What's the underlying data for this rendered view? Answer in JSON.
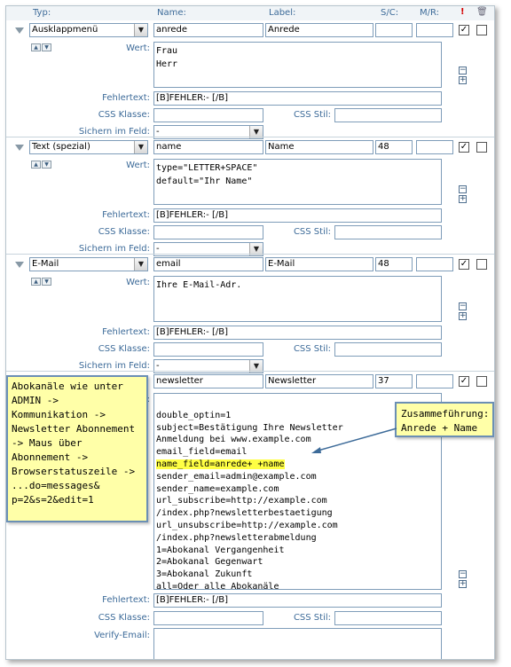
{
  "header": {
    "typ": "Typ:",
    "name": "Name:",
    "label": "Label:",
    "sc": "S/C:",
    "mr": "M/R:",
    "required_icon": "exclamation-icon",
    "delete_icon": "trash-icon"
  },
  "labels": {
    "wert": "Wert:",
    "fehlertext": "Fehlertext:",
    "css_klasse": "CSS Klasse:",
    "css_stil": "CSS Stil:",
    "sichern": "Sichern im Feld:",
    "verify_email": "Verify-Email:"
  },
  "fields": [
    {
      "type": "Ausklappmenü",
      "name": "anrede",
      "label": "Anrede",
      "sc": "",
      "mr": "",
      "required": true,
      "deleted": false,
      "wert": "Frau\nHerr",
      "fehlertext": "[B]FEHLER:- [/B]",
      "css_klasse": "",
      "css_stil": "",
      "sichern": "-"
    },
    {
      "type": "Text (spezial)",
      "name": "name",
      "label": "Name",
      "sc": "48",
      "mr": "",
      "required": true,
      "deleted": false,
      "wert": "type=\"LETTER+SPACE\"\ndefault=\"Ihr Name\"",
      "fehlertext": "[B]FEHLER:- [/B]",
      "css_klasse": "",
      "css_stil": "",
      "sichern": "-"
    },
    {
      "type": "E-Mail",
      "name": "email",
      "label": "E-Mail",
      "sc": "48",
      "mr": "",
      "required": true,
      "deleted": false,
      "wert": "Ihre E-Mail-Adr.",
      "fehlertext": "[B]FEHLER:- [/B]",
      "css_klasse": "",
      "css_stil": "",
      "sichern": "-"
    },
    {
      "type": "",
      "name": "newsletter",
      "label": "Newsletter",
      "sc": "37",
      "mr": "",
      "required": true,
      "deleted": false,
      "wert_lines": [
        "double_optin=1",
        "subject=Bestätigung Ihre Newsletter",
        "Anmeldung bei www.example.com",
        "email_field=email",
        "name_field=anrede+ +name",
        "sender_email=admin@example.com",
        "sender_name=example.com",
        "url_subscribe=http://example.com",
        "/index.php?newsletterbestaetigung",
        "url_unsubscribe=http://example.com",
        "/index.php?newsletterabmeldung",
        "1=Abokanal Vergangenheit",
        "2=Abokanal Gegenwart",
        "3=Abokanal Zukunft",
        "all=Oder alle Abokanäle"
      ],
      "fehlertext": "[B]FEHLER:- [/B]",
      "css_klasse": "",
      "css_stil": "",
      "verify_email": ""
    }
  ],
  "callouts": {
    "left": "Abokanäle wie unter\nADMIN ->\nKommunikation ->\nNewsletter Abonnement\n-> Maus über\nAbonnement ->\nBrowserstatuszeile ->\n...do=messages&\np=2&s=2&edit=1",
    "right": "Zusammeführung:\nAnrede + Name"
  },
  "colors": {
    "label": "#3d6b99",
    "highlight": "#ffff44",
    "callout_bg": "#ffffa8",
    "callout_border": "#6b8fb5"
  }
}
